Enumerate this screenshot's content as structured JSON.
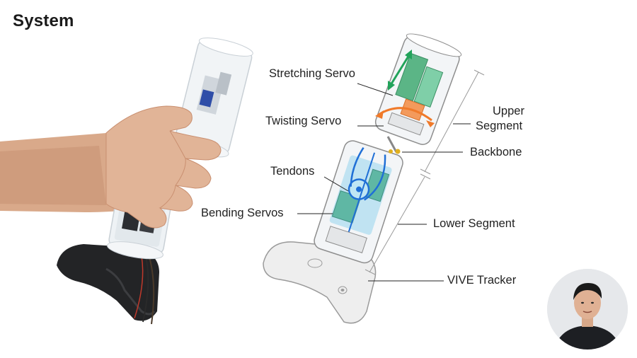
{
  "slide": {
    "title": "System"
  },
  "labels": {
    "stretching_servo": "Stretching Servo",
    "twisting_servo": "Twisting Servo",
    "tendons": "Tendons",
    "bending_servos": "Bending Servos",
    "upper_segment_line1": "Upper",
    "upper_segment_line2": "Segment",
    "backbone": "Backbone",
    "lower_segment": "Lower Segment",
    "vive_tracker": "VIVE Tracker"
  },
  "colors": {
    "stretch_arrow": "#22a35a",
    "twist_arrow": "#f07a2a",
    "tendon": "#1f6fd6",
    "servo_green": "#4fae8e",
    "servo_fill": "#7fd0c0",
    "bending_blue": "#9fd8ee",
    "twist_orange": "#f39a5c"
  },
  "icons": {
    "webcam_overlay": "presenter-webcam-icon"
  }
}
